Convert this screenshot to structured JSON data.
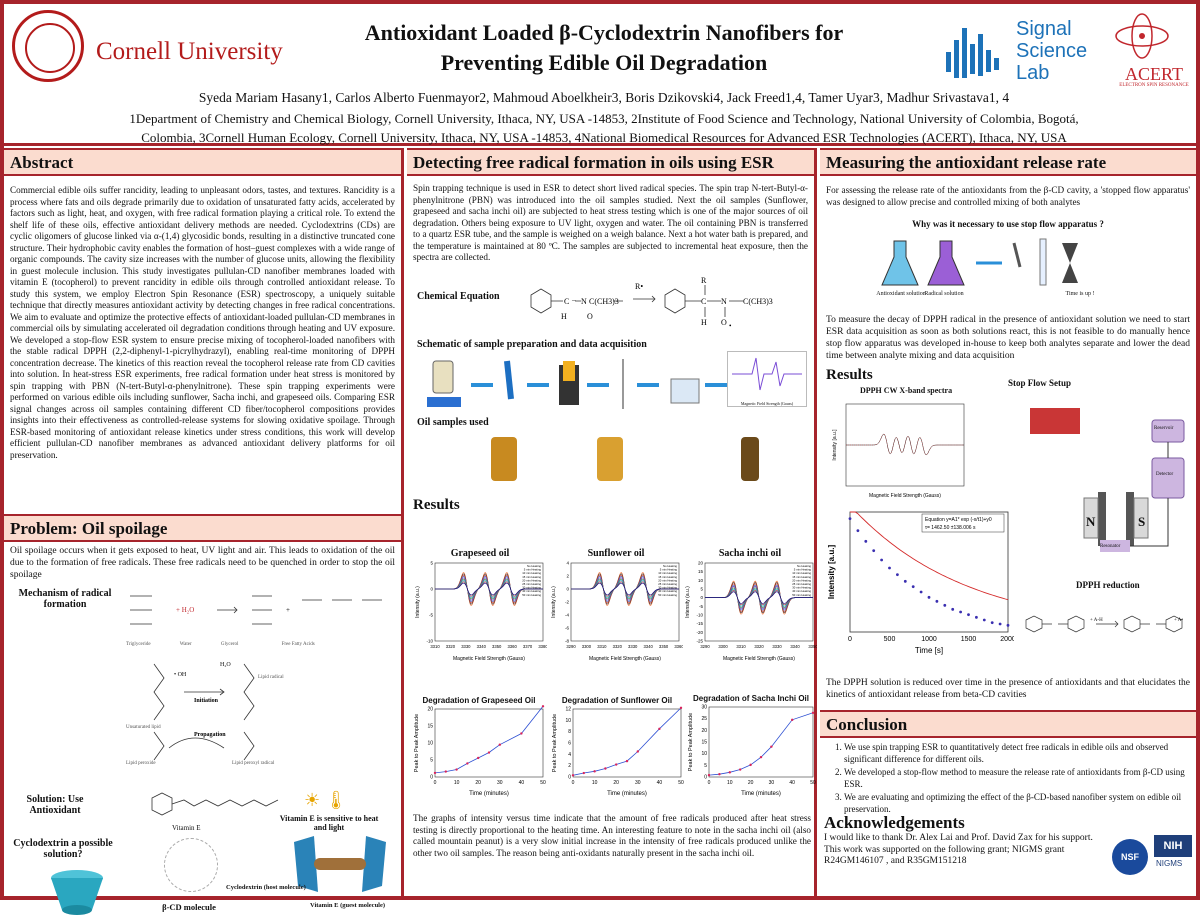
{
  "header": {
    "cornell_word": "Cornell University",
    "title_line1": "Antioxidant Loaded β-Cyclodextrin Nanofibers for",
    "title_line2": "Preventing Edible Oil Degradation",
    "ssl_line1": "Signal",
    "ssl_line2": "Science",
    "ssl_line3": "Lab",
    "acert_name": "ACERT",
    "acert_sub": "ELECTRON SPIN RESONANCE",
    "authors": "Syeda Mariam Hasany1, Carlos Alberto Fuenmayor2, Mahmoud Aboelkheir3, Boris Dzikovski4, Jack Freed1,4, Tamer Uyar3, Madhur Srivastava1, 4",
    "affil_line1": "1Department of Chemistry and Chemical Biology, Cornell University, Ithaca, NY, USA -14853, 2Institute of Food Science and Technology, National University of Colombia, Bogotá,",
    "affil_line2": "Colombia, 3Cornell Human Ecology, Cornell University, Ithaca, NY, USA -14853, 4National Biomedical Resources for Advanced ESR Technologies (ACERT), Ithaca, NY, USA -14853"
  },
  "abstract": {
    "heading": "Abstract",
    "text": "Commercial edible oils suffer rancidity, leading to unpleasant odors, tastes, and textures. Rancidity is a process where fats and oils degrade primarily due to oxidation of unsaturated fatty acids, accelerated by factors such as light, heat, and oxygen, with free radical formation playing a critical role. To extend the shelf life of these oils, effective antioxidant delivery methods are needed. Cyclodextrins (CDs) are cyclic oligomers of glucose linked via α-(1,4) glycosidic bonds, resulting in a distinctive truncated cone structure. Their hydrophobic cavity enables the formation of host–guest complexes with a wide range of organic compounds. The cavity size increases with the number of glucose units, allowing the flexibility in guest molecule inclusion. This study investigates pullulan-CD nanofiber membranes loaded with vitamin E (tocopherol) to prevent rancidity in edible oils through controlled antioxidant release. To study this system, we employ Electron Spin Resonance (ESR) spectroscopy, a uniquely suitable technique that directly measures antioxidant activity by detecting changes in free radical concentrations. We aim to evaluate and optimize the protective effects of antioxidant-loaded pullulan-CD membranes in commercial oils by simulating accelerated oil degradation conditions through heating and UV exposure. We developed a stop-flow ESR system to ensure precise mixing of tocopherol-loaded nanofibers with the stable radical DPPH (2,2-diphenyl-1-picrylhydrazyl), enabling real-time monitoring of DPPH concentration decrease. The kinetics of this reaction reveal the tocopherol release rate from CD cavities into solution. In heat-stress ESR experiments, free radical formation under heat stress is monitored by spin trapping with PBN (N-tert-Butyl-α-phenylnitrone). These spin trapping experiments were performed on various edible oils including sunflower, Sacha inchi, and grapeseed oils. Comparing ESR signal changes across oil samples containing different CD fiber/tocopherol compositions provides insights into their effectiveness as controlled-release systems for slowing oxidative spoilage. Through ESR-based monitoring of antioxidant release kinetics under stress conditions, this work will develop efficient pullulan-CD nanofiber membranes as advanced antioxidant delivery platforms for oil preservation."
  },
  "problem": {
    "heading": "Problem: Oil spoilage",
    "text": "Oil spoilage occurs when it gets exposed to heat, UV light and air. This leads to oxidation of the oil due to the formation of free radicals. These free radicals need to be quenched in order to stop the oil spoilage",
    "mechanism_label": "Mechanism of radical formation",
    "solution_label": "Solution: Use Antioxidant",
    "vitamin_e_label": "Vitamin E",
    "vitamin_note": "Vitamin E is sensitive to heat and light",
    "cyclodextrin_label": "Cyclodextrin a possible solution?",
    "bcd_label": "β-CD molecule",
    "host_label": "Cyclodextrin (host molecule)",
    "guest_label": "Vitamin E (guest molecule)",
    "mech_triglyceride": "Triglyceride",
    "mech_water": "Water",
    "mech_glycerol": "Glycerol",
    "mech_ffa": "Free Fatty Acids",
    "mech_lipid_radical": "Lipid radical",
    "mech_initiation": "Initiation",
    "mech_propagation": "Propagation",
    "mech_unsat_lipid": "Unsaturated lipid",
    "mech_lipid_peroxide": "Lipid peroxide",
    "mech_lipid_peroxyl": "Lipid peroxyl radical",
    "sensitive_icons": "☀ 🌡"
  },
  "esr": {
    "heading": "Detecting free radical formation in oils using ESR",
    "text": "Spin trapping technique is used in ESR to detect short lived radical species. The spin trap N-tert-Butyl-α-phenylnitrone (PBN) was introduced into the oil samples studied. Next the oil samples (Sunflower, grapeseed and sacha inchi oil) are subjected to heat stress testing which is one of the major sources of oil degradation. Others being exposure to UV light, oxygen and water. The oil containing PBN is transferred to a quartz ESR tube, and the sample is weighed on a weigh balance. Next a hot water bath is prepared, and the temperature is maintained at 80 ºC. The samples are subjected to incremental heat exposure, then the spectra are collected.",
    "chem_eq_label": "Chemical Equation",
    "schematic_label": "Schematic of sample preparation and data acquisition",
    "oil_samples_label": "Oil samples used",
    "results_heading": "Results",
    "conclusion_text": "The graphs of intensity versus time indicate that the amount of free radicals produced after heat stress testing is directly proportional to the heating time. An interesting feature to note in the sacha inchi oil (also called mountain peanut) is a very slow initial increase in the intensity of free radicals produced unlike the other two oil samples. The reason being anti-oxidants naturally present in the sacha inchi oil.",
    "spectrum_xlabel": "Magnetic Field Strength (Gauss)",
    "pbn_formula": "C(CH3)3",
    "reagent_label": "R•",
    "eq_r": "R",
    "eq_h": "H",
    "eq_o": "O",
    "eq_n": "N",
    "eq_c": "C",
    "eq_minus": "–",
    "eq_radical_dot": "•"
  },
  "chart_data": [
    {
      "type": "line",
      "title": "Grapeseed oil",
      "xlabel": "Magnetic Field Strength (Gauss)",
      "ylabel": "Intensity (a.u.)",
      "xlim": [
        3310,
        3380
      ],
      "ylim": [
        -10,
        5
      ],
      "xticks": [
        3310,
        3320,
        3330,
        3340,
        3350,
        3360,
        3370,
        3380
      ],
      "yticks": [
        -10,
        -5,
        0,
        5
      ],
      "legend": [
        "No Heating",
        "5 min Heating",
        "10 min Heating",
        "15 min Heating",
        "20 min Heating",
        "25 min Heating",
        "30 min Heating",
        "40 min Heating",
        "50 min Heating"
      ]
    },
    {
      "type": "line",
      "title": "Sunflower oil",
      "xlabel": "Magnetic Field Strength (Gauss)",
      "ylabel": "Intensity (a.u.)",
      "xlim": [
        3290,
        3360
      ],
      "ylim": [
        -8,
        4
      ],
      "xticks": [
        3290,
        3300,
        3310,
        3320,
        3330,
        3340,
        3350,
        3360
      ],
      "yticks": [
        -8,
        -6,
        -4,
        -2,
        0,
        2,
        4
      ],
      "legend": [
        "No Heating",
        "5 min Heating",
        "10 min Heating",
        "15 min Heating",
        "20 min Heating",
        "25 min Heating",
        "30 min Heating",
        "40 min Heating",
        "50 min Heating"
      ]
    },
    {
      "type": "line",
      "title": "Sacha inchi oil",
      "xlabel": "Magnetic Field Strength (Gauss)",
      "ylabel": "Intensity (a.u.)",
      "xlim": [
        3290,
        3350
      ],
      "ylim": [
        -25,
        20
      ],
      "xticks": [
        3290,
        3300,
        3310,
        3320,
        3330,
        3340,
        3350
      ],
      "yticks": [
        -25,
        -20,
        -15,
        -10,
        -5,
        0,
        5,
        10,
        15,
        20
      ],
      "legend": [
        "No Heating",
        "5 min Heating",
        "10 min Heating",
        "15 min Heating",
        "20 min Heating",
        "25 min Heating",
        "30 min Heating",
        "40 min Heating",
        "50 min Heating"
      ]
    },
    {
      "type": "line",
      "title": "Degradation of Grapeseed Oil",
      "xlabel": "Time (minutes)",
      "ylabel": "Peak to Peak Amplitude",
      "x": [
        0,
        5,
        10,
        15,
        20,
        25,
        30,
        40,
        50
      ],
      "y": [
        1.2,
        1.6,
        2.2,
        4,
        5.6,
        7.2,
        9.5,
        12.8,
        20.8
      ],
      "xlim": [
        0,
        50
      ],
      "ylim": [
        0,
        20
      ],
      "xticks": [
        0,
        10,
        20,
        30,
        40,
        50
      ],
      "yticks": [
        0,
        5,
        10,
        15,
        20
      ]
    },
    {
      "type": "line",
      "title": "Degradation of Sunflower Oil",
      "xlabel": "Time (minutes)",
      "ylabel": "Peak to Peak Amplitude",
      "x": [
        0,
        5,
        10,
        15,
        20,
        25,
        30,
        40,
        50
      ],
      "y": [
        0.3,
        0.7,
        1.0,
        1.5,
        2.2,
        2.8,
        4.5,
        8.5,
        12.2
      ],
      "xlim": [
        0,
        50
      ],
      "ylim": [
        0,
        12
      ],
      "xticks": [
        0,
        10,
        20,
        30,
        40,
        50
      ],
      "yticks": [
        0,
        2,
        4,
        6,
        8,
        10,
        12
      ]
    },
    {
      "type": "line",
      "title": "Degradation of Sacha Inchi Oil",
      "xlabel": "Time (minutes)",
      "ylabel": "Peak to Peak Amplitude",
      "x": [
        0,
        5,
        10,
        15,
        20,
        25,
        30,
        40,
        50
      ],
      "y": [
        0.8,
        1.2,
        2.0,
        3.2,
        5.2,
        8.5,
        13,
        24.5,
        27.5
      ],
      "xlim": [
        0,
        50
      ],
      "ylim": [
        0,
        30
      ],
      "xticks": [
        0,
        10,
        20,
        30,
        40,
        50
      ],
      "yticks": [
        0,
        5,
        10,
        15,
        20,
        25,
        30
      ]
    },
    {
      "type": "scatter",
      "title": "",
      "xlabel": "Time [s]",
      "ylabel": "Intensity [a.u.]",
      "x": [
        0,
        100,
        200,
        300,
        400,
        500,
        600,
        700,
        800,
        900,
        1000,
        1100,
        1200,
        1300,
        1400,
        1500,
        1600,
        1700,
        1800,
        1900,
        2000
      ],
      "y": [
        0.95,
        0.86,
        0.78,
        0.71,
        0.64,
        0.58,
        0.53,
        0.48,
        0.44,
        0.4,
        0.36,
        0.33,
        0.3,
        0.27,
        0.25,
        0.23,
        0.21,
        0.19,
        0.17,
        0.16,
        0.15
      ],
      "xlim": [
        0,
        2000
      ],
      "xticks": [
        0,
        500,
        1000,
        1500,
        2000
      ],
      "fit_equation": "Equation y=A1* exp (-x/t1)+y0",
      "fit_tau": "τ= 1462.50 ±138.006 s"
    }
  ],
  "release": {
    "heading": "Measuring the antioxidant release rate",
    "text": "For assessing the release rate of the antioxidants from the β-CD cavity, a 'stopped flow apparatus' was designed to allow precise and controlled mixing of both analytes",
    "why_label": "Why was it necessary to use stop flow apparatus ?",
    "antioxidant_label": "Antioxidant solution",
    "radical_label": "Radical solution",
    "time_up_label": "Time is up !",
    "text2": "To measure the decay of DPPH radical in the presence of antioxidant solution we need to start ESR data acquisition as soon as both solutions react, this is not feasible to do manually hence stop flow apparatus was developed in-house to keep both analytes separate and lower the dead time between analyte mixing and data acquisition",
    "results_heading": "Results",
    "dpph_spectra_label": "DPPH CW X-band spectra",
    "dpph_ylabel": "Intensity [a.u.]",
    "dpph_xlabel": "Magnetic Field Strength (Gauss)",
    "stop_flow_label": "Stop Flow Setup",
    "dpph_reduction_label": "DPPH reduction",
    "reservoir_label": "Reservoir",
    "detector_label": "Detector",
    "resonator_label": "Resonator",
    "magnet_n": "N",
    "magnet_s": "S",
    "reaction_ah": "+ A-H",
    "reaction_a": "+ A•",
    "text3": "The DPPH solution is reduced over time in the presence of antioxidants and that elucidates the kinetics of antioxidant release from beta-CD cavities"
  },
  "conclusion": {
    "heading": "Conclusion",
    "items": [
      "We use spin trapping ESR to quantitatively detect free radicals in edible oils and observed significant difference for different oils.",
      "We developed a stop-flow method to measure the release rate of antioxidants from β-CD using ESR.",
      "We are evaluating and optimizing the effect of the β-CD-based nanofiber system on edible oil preservation."
    ]
  },
  "ack": {
    "heading": "Acknowledgements",
    "text": "I would like to thank Dr. Alex Lai and Prof. David Zax for his support. This work was supported on the following grant; NIGMS grant R24GM146107 , and R35GM151218",
    "nsf": "NSF",
    "nih": "NIH",
    "nigms": "NIGMS"
  },
  "colors": {
    "accent": "#a6242c",
    "header_bg": "#fbdccf",
    "cornell_red": "#b31b1b",
    "ssl_blue": "#1d72b8"
  }
}
